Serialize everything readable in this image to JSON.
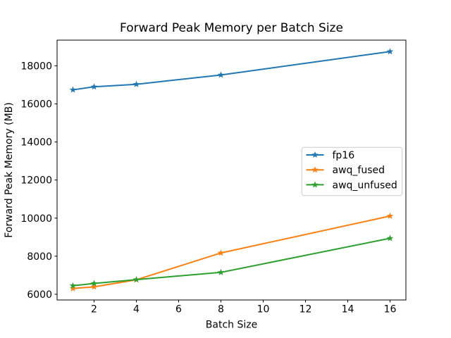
{
  "figure": {
    "background": "#ffffff",
    "frame_color": "#000000",
    "legend_border_color": "#cccccc"
  },
  "chart_data": {
    "type": "line",
    "title": "Forward Peak Memory per Batch Size",
    "xlabel": "Batch Size",
    "ylabel": "Forward Peak Memory (MB)",
    "x": [
      1,
      2,
      4,
      8,
      16
    ],
    "series": [
      {
        "name": "fp16",
        "color": "#1f77b4",
        "values": [
          16740,
          16900,
          17030,
          17520,
          18750
        ]
      },
      {
        "name": "awq_fused",
        "color": "#ff7f0e",
        "values": [
          6300,
          6390,
          6760,
          8170,
          10110
        ]
      },
      {
        "name": "awq_unfused",
        "color": "#2ca02c",
        "values": [
          6450,
          6570,
          6770,
          7150,
          8940
        ]
      }
    ],
    "marker": "star",
    "xticks": [
      2,
      4,
      6,
      8,
      10,
      12,
      14,
      16
    ],
    "yticks": [
      6000,
      8000,
      10000,
      12000,
      14000,
      16000,
      18000
    ],
    "xlim": [
      0.25,
      16.75
    ],
    "ylim": [
      5700,
      19350
    ],
    "grid": false,
    "legend_position": "center-right"
  }
}
